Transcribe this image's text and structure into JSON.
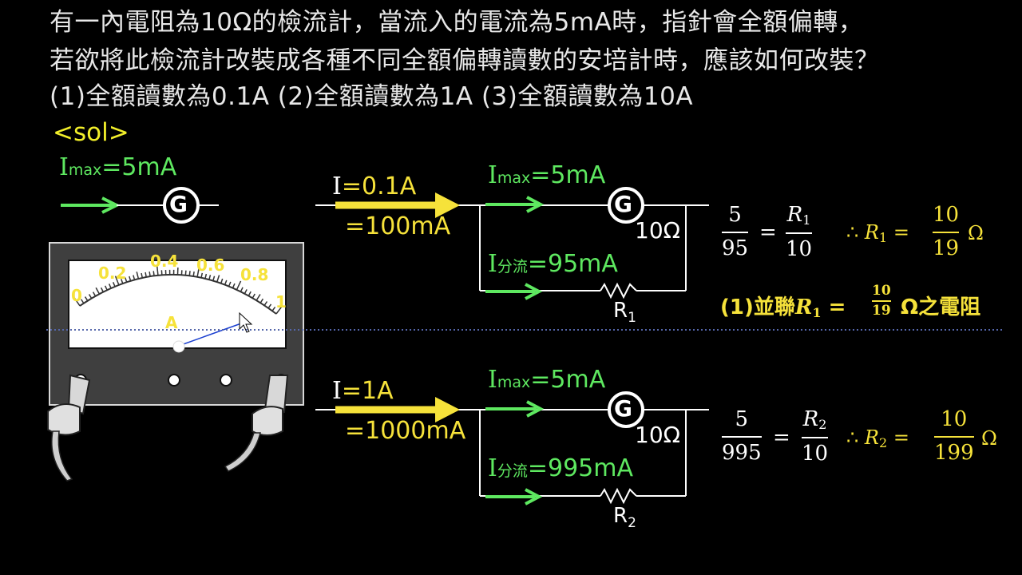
{
  "question": {
    "line1": "有一內電阻為10Ω的檢流計，當流入的電流為5mA時，指針會全額偏轉，",
    "line2": "若欲將此檢流計改裝成各種不同全額偏轉讀數的安培計時，應該如何改裝？",
    "line3": "(1)全額讀數為0.1A  (2)全額讀數為1A  (3)全額讀數為10A"
  },
  "sol_label": "<sol>",
  "left_diagram": {
    "imax_main": "I",
    "imax_sub": "max",
    "imax_value": "=5mA",
    "galvanometer": "G"
  },
  "meter": {
    "ticks": [
      "0",
      "0.2",
      "0.4",
      "0.6",
      "0.8",
      "1"
    ],
    "unit": "A"
  },
  "circuit1": {
    "i_main": "I",
    "i_value": "=0.1A",
    "i_converted": "=100mA",
    "imax_main": "I",
    "imax_sub": "max",
    "imax_value": "=5mA",
    "galvanometer": "G",
    "resistance": "10Ω",
    "ishunt_main": "I",
    "ishunt_sub": "分流",
    "ishunt_value": "=95mA",
    "resistor_main": "R",
    "resistor_sub": "1"
  },
  "circuit2": {
    "i_main": "I",
    "i_value": "=1A",
    "i_converted": "=1000mA",
    "imax_main": "I",
    "imax_sub": "max",
    "imax_value": "=5mA",
    "galvanometer": "G",
    "resistance": "10Ω",
    "ishunt_main": "I",
    "ishunt_sub": "分流",
    "ishunt_value": "=995mA",
    "resistor_main": "R",
    "resistor_sub": "2"
  },
  "equation1": {
    "frac_a_num": "5",
    "frac_a_den": "95",
    "equals": "=",
    "frac_b_num_main": "R",
    "frac_b_num_sub": "1",
    "frac_b_den": "10",
    "therefore": "∴",
    "r_main": "R",
    "r_sub": "1",
    "frac_c_num": "10",
    "frac_c_den": "19",
    "unit": "Ω"
  },
  "conclusion1": {
    "prefix": "(1)並聯",
    "r_main": "R",
    "r_sub": "1",
    "equals": "=",
    "frac_num": "10",
    "frac_den": "19",
    "suffix": "Ω之電阻"
  },
  "equation2": {
    "frac_a_num": "5",
    "frac_a_den": "995",
    "equals": "=",
    "frac_b_num_main": "R",
    "frac_b_num_sub": "2",
    "frac_b_den": "10",
    "therefore": "∴",
    "r_main": "R",
    "r_sub": "2",
    "frac_c_num": "10",
    "frac_c_den": "199",
    "unit": "Ω"
  },
  "colors": {
    "green_arrow": "#5ee860",
    "yellow_arrow": "#f6e23a",
    "text_main": "#e8e8e8",
    "divider": "#5566aa"
  }
}
